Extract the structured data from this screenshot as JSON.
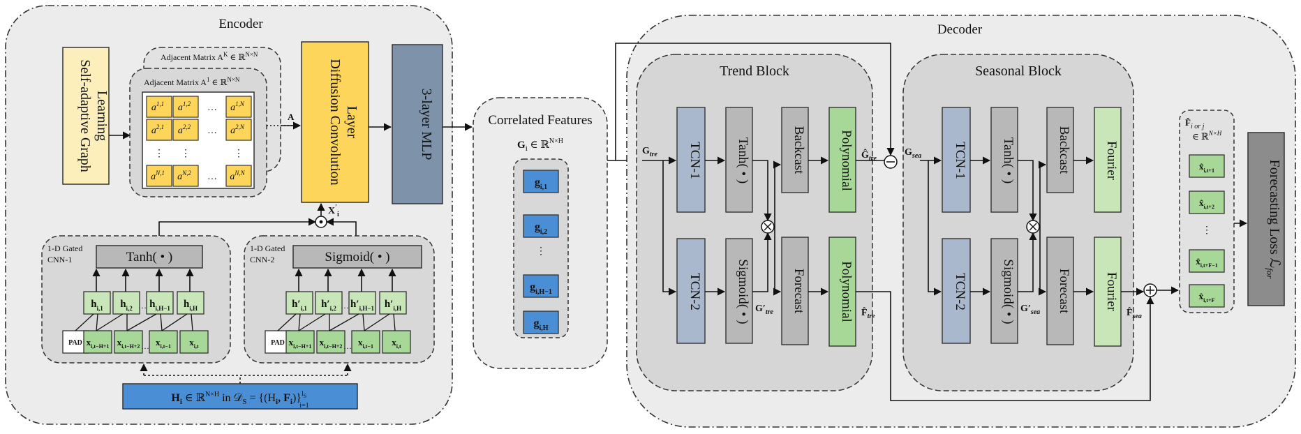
{
  "colors": {
    "panel": "#ececec",
    "block": "#d6d6d6",
    "tcn": "#a9b8cc",
    "gray": "#b8b8b8",
    "green": "#a8d898",
    "lightgreen": "#c8e6b8",
    "yellow": "#fcd55a",
    "cream": "#fcefbc",
    "mlp": "#7e93aa",
    "blue": "#4a8fd6",
    "loss": "#8c8c8c"
  },
  "encoder": {
    "title": "Encoder",
    "graph_learning": "Self-adaptive Graph Learning",
    "adj_back_label": "Adjacent Matrix A",
    "adj_back_sup": "K",
    "adj_back_suffix": " ∈ ℝ",
    "adj_back_dim": "N×N",
    "adj_front_label": "Adjacent Matrix A",
    "adj_front_sup": "1",
    "adj_front_suffix": " ∈ ℝ",
    "adj_front_dim": "N×N",
    "matrix_cells": [
      {
        "base": "a",
        "sup": "1,1"
      },
      {
        "base": "a",
        "sup": "1,2"
      },
      {
        "base": "…",
        "sup": ""
      },
      {
        "base": "a",
        "sup": "1,N"
      },
      {
        "base": "a",
        "sup": "2,1"
      },
      {
        "base": "a",
        "sup": "2,2"
      },
      {
        "base": "…",
        "sup": ""
      },
      {
        "base": "a",
        "sup": "2,N"
      },
      {
        "base": "⋮",
        "sup": ""
      },
      {
        "base": "⋮",
        "sup": ""
      },
      {
        "base": "",
        "sup": ""
      },
      {
        "base": "⋮",
        "sup": ""
      },
      {
        "base": "a",
        "sup": "N,1"
      },
      {
        "base": "a",
        "sup": "N,2"
      },
      {
        "base": "…",
        "sup": ""
      },
      {
        "base": "a",
        "sup": "N,N"
      }
    ],
    "a_label": "A",
    "diffusion": "Diffusion Convolution Layer",
    "mlp": "3-layer MLP",
    "x_prime": "X",
    "x_prime_sub": "i",
    "x_prime_mark": "′",
    "cnn1_label": "1-D Gated CNN-1",
    "cnn2_label": "1-D Gated CNN-2",
    "tanh": "Tanh( • )",
    "sigmoid": "Sigmoid( • )",
    "h1": [
      {
        "base": "h",
        "sub": "i,1"
      },
      {
        "base": "h",
        "sub": "i,2"
      },
      {
        "base": "h",
        "sub": "i,H−1"
      },
      {
        "base": "h",
        "sub": "i,H"
      }
    ],
    "h2": [
      {
        "base": "h′",
        "sub": "i,1"
      },
      {
        "base": "h′",
        "sub": "i,2"
      },
      {
        "base": "h′",
        "sub": "i,H−1"
      },
      {
        "base": "h′",
        "sub": "i,H"
      }
    ],
    "pad": "PAD",
    "x_inputs": [
      {
        "base": "x",
        "sub": "i,t−H+1"
      },
      {
        "base": "x",
        "sub": "i,t−H+2"
      },
      {
        "base": "x",
        "sub": "i,t−1"
      },
      {
        "base": "x",
        "sub": "i,t"
      }
    ],
    "ellipsis": "…",
    "input_bar": "H",
    "input_bar_sub": "i",
    "input_bar_rest": " ∈ ℝ",
    "input_bar_dim": "N×H",
    "input_bar_in": " in 𝒟",
    "input_bar_S": "S",
    "input_bar_set": " = {(H",
    "input_bar_set2": ", F",
    "input_bar_set3": ")}",
    "input_bar_sup": "l",
    "input_bar_supsub": "S",
    "input_bar_lower": "i=1"
  },
  "correlated": {
    "title": "Correlated Features",
    "g_label": "G",
    "g_sub": "i",
    "g_rest": " ∈ ℝ",
    "g_dim": "N×H",
    "items": [
      {
        "base": "g",
        "sub": "i,1"
      },
      {
        "base": "g",
        "sub": "i,2"
      },
      {
        "base": "⋮",
        "sub": ""
      },
      {
        "base": "g",
        "sub": "i,H−1"
      },
      {
        "base": "g",
        "sub": "i,H"
      }
    ]
  },
  "decoder": {
    "title": "Decoder",
    "trend_title": "Trend Block",
    "seasonal_title": "Seasonal Block",
    "g_tre": "G",
    "g_tre_sub": "tre",
    "g_tre_prime": "G′",
    "g_tre_prime_sub": "tre",
    "g_sea": "G",
    "g_sea_sub": "sea",
    "g_sea_prime": "G′",
    "g_sea_prime_sub": "sea",
    "ghat_tre": "Ĝ",
    "ghat_tre_sub": "tre",
    "fhat_tre": "F̂",
    "fhat_tre_sub": "tre",
    "fhat_sea": "F̂",
    "fhat_sea_sub": "sea",
    "tcn1": "TCN-1",
    "tcn2": "TCN-2",
    "tanh": "Tanh( • )",
    "sigmoid": "Sigmoid( • )",
    "backcast": "Backcast",
    "forecast": "Forecast",
    "polynomial": "Polynomial",
    "fourier": "Fourier"
  },
  "output": {
    "label_top": "F̂",
    "label_sub": "i or j",
    "label_rest": "∈ ℝ",
    "label_dim": "N×H",
    "items": [
      {
        "base": "x̂",
        "sub": "i,t+1"
      },
      {
        "base": "x̂",
        "sub": "i,t+2"
      },
      {
        "base": "⋮",
        "sub": ""
      },
      {
        "base": "x̂",
        "sub": "i,t+F−1"
      },
      {
        "base": "x̂",
        "sub": "i,t+F"
      }
    ],
    "loss": "Forecasting Loss ℒ",
    "loss_sub": "for"
  }
}
